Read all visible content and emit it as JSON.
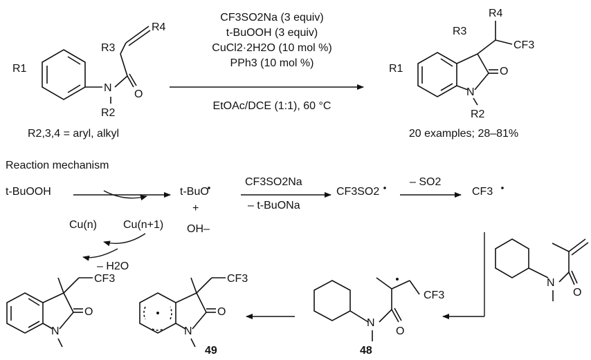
{
  "top_scheme": {
    "reagents": [
      "CF3SO2Na (3 equiv)",
      "t-BuOOH (3 equiv)",
      "CuCl2·2H2O (10 mol %)",
      "PPh3 (10 mol %)"
    ],
    "conditions": "EtOAc/DCE (1:1), 60 °C",
    "substituents_note": "R2,3,4 = aryl, alkyl",
    "result_note": "20 examples; 28–81%",
    "labels": {
      "R1": "R1",
      "R2": "R2",
      "R3": "R3",
      "R4": "R4",
      "N": "N",
      "O": "O",
      "CF3": "CF3"
    }
  },
  "mechanism": {
    "heading": "Reaction mechanism",
    "tbuooh": "t-BuOOH",
    "tbuo": "t-BuO",
    "plus": "+",
    "oh": "OH–",
    "cu_n": "Cu(n)",
    "cu_n1": "Cu(n+1)",
    "minus_h2o": "– H2O",
    "cf3so2na": "CF3SO2Na",
    "minus_tbuona": "– t-BuONa",
    "cf3so2_radical": "CF3SO2",
    "minus_so2": "– SO2",
    "cf3_radical": "CF3",
    "compound_48": "48",
    "compound_49": "49"
  }
}
